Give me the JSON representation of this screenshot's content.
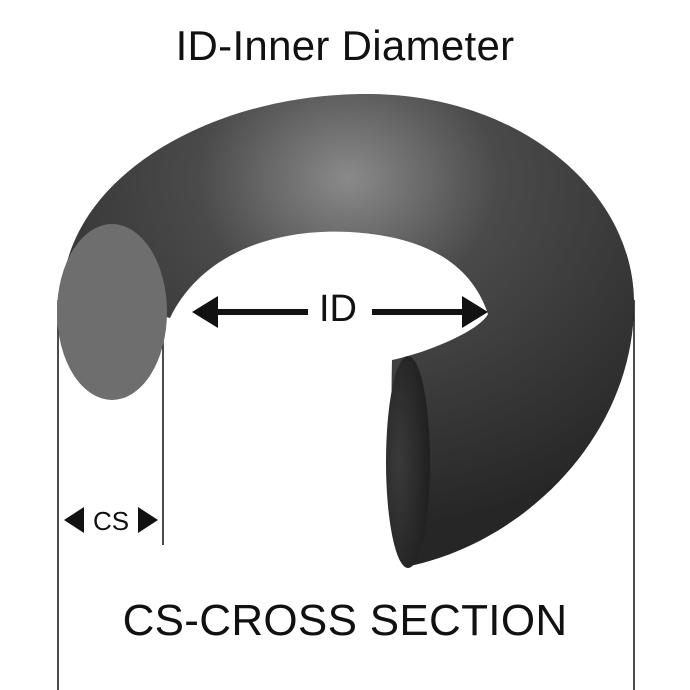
{
  "title": "ID-Inner Diameter",
  "labels": {
    "id": "ID",
    "cs": "CS",
    "caption": "CS-CROSS SECTION"
  },
  "colors": {
    "ring": "#333333",
    "ring_highlight": "#8a8a8a",
    "cross_section": "#6e6e6e",
    "annotation": "#111111"
  }
}
